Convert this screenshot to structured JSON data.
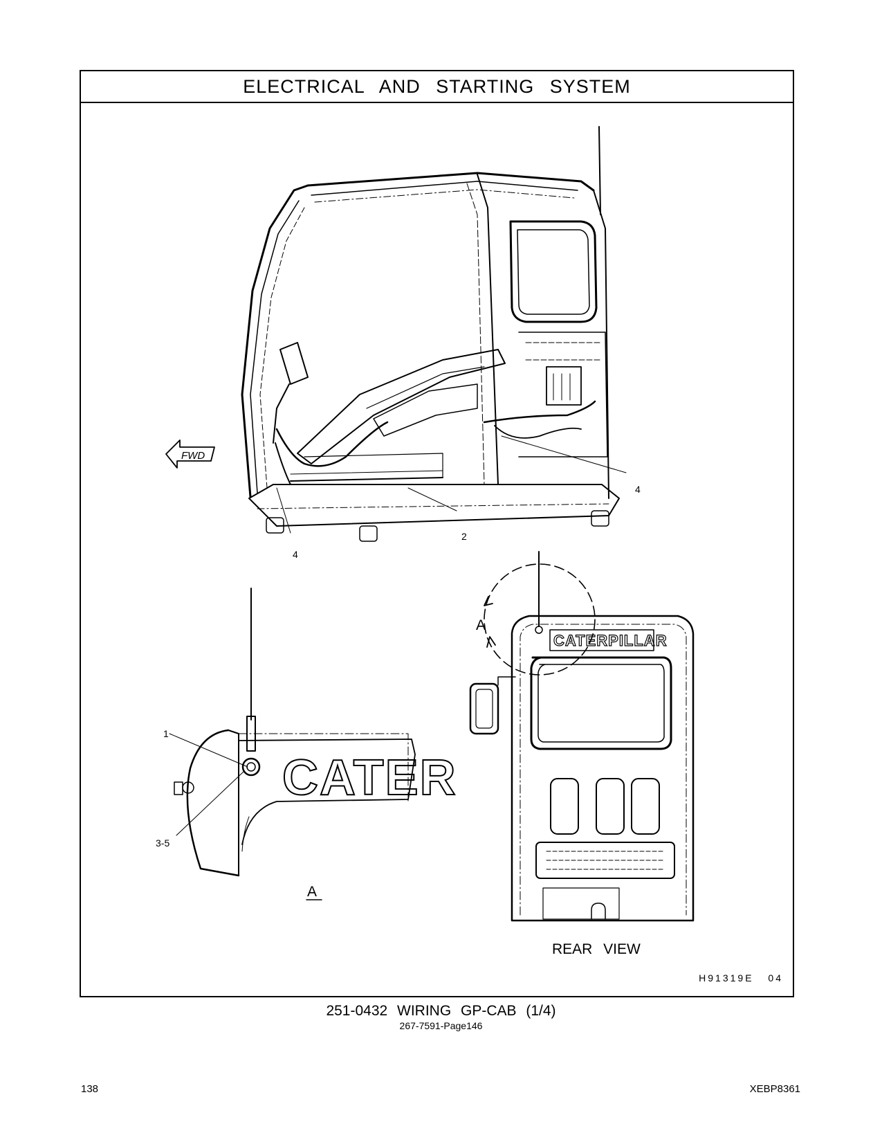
{
  "header": {
    "title": "ELECTRICAL AND STARTING SYSTEM"
  },
  "diagram": {
    "direction_marker": "FWD",
    "brand_text": "CATERPILLAR",
    "brand_text_detail": "CATER",
    "detail_marker": "A",
    "callouts": {
      "c1": "1",
      "c2": "2",
      "c4a": "4",
      "c4b": "4",
      "c35": "3-5"
    },
    "detail_label": "A",
    "rear_view_label": "REAR VIEW",
    "drawing_code": "H91319E 04"
  },
  "footer": {
    "caption": "251-0432 WIRING GP-CAB (1/4)",
    "subcaption": "267-7591-Page146",
    "page_number": "138",
    "document_id": "XEBP8361"
  }
}
